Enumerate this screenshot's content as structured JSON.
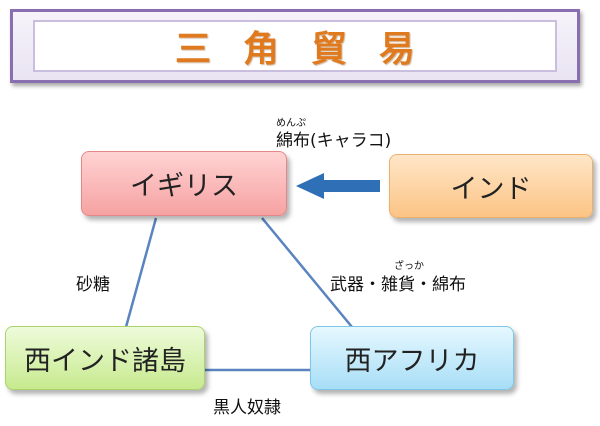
{
  "title": "三角貿易",
  "nodes": {
    "england": "イギリス",
    "india": "インド",
    "west_indies": "西インド諸島",
    "west_africa": "西アフリカ"
  },
  "edges": {
    "india_to_england": {
      "label": "綿布(キャラコ)",
      "ruby": "めんぷ"
    },
    "england_to_west_africa": {
      "label": "武器・雑貨・綿布",
      "ruby": "ざっか"
    },
    "west_africa_to_west_indies": {
      "label": "黒人奴隷"
    },
    "west_indies_to_england": {
      "label": "砂糖"
    }
  },
  "colors": {
    "title_text": "#e07a1f",
    "arrow": "#2e6fb5",
    "line": "#5a84bf"
  }
}
